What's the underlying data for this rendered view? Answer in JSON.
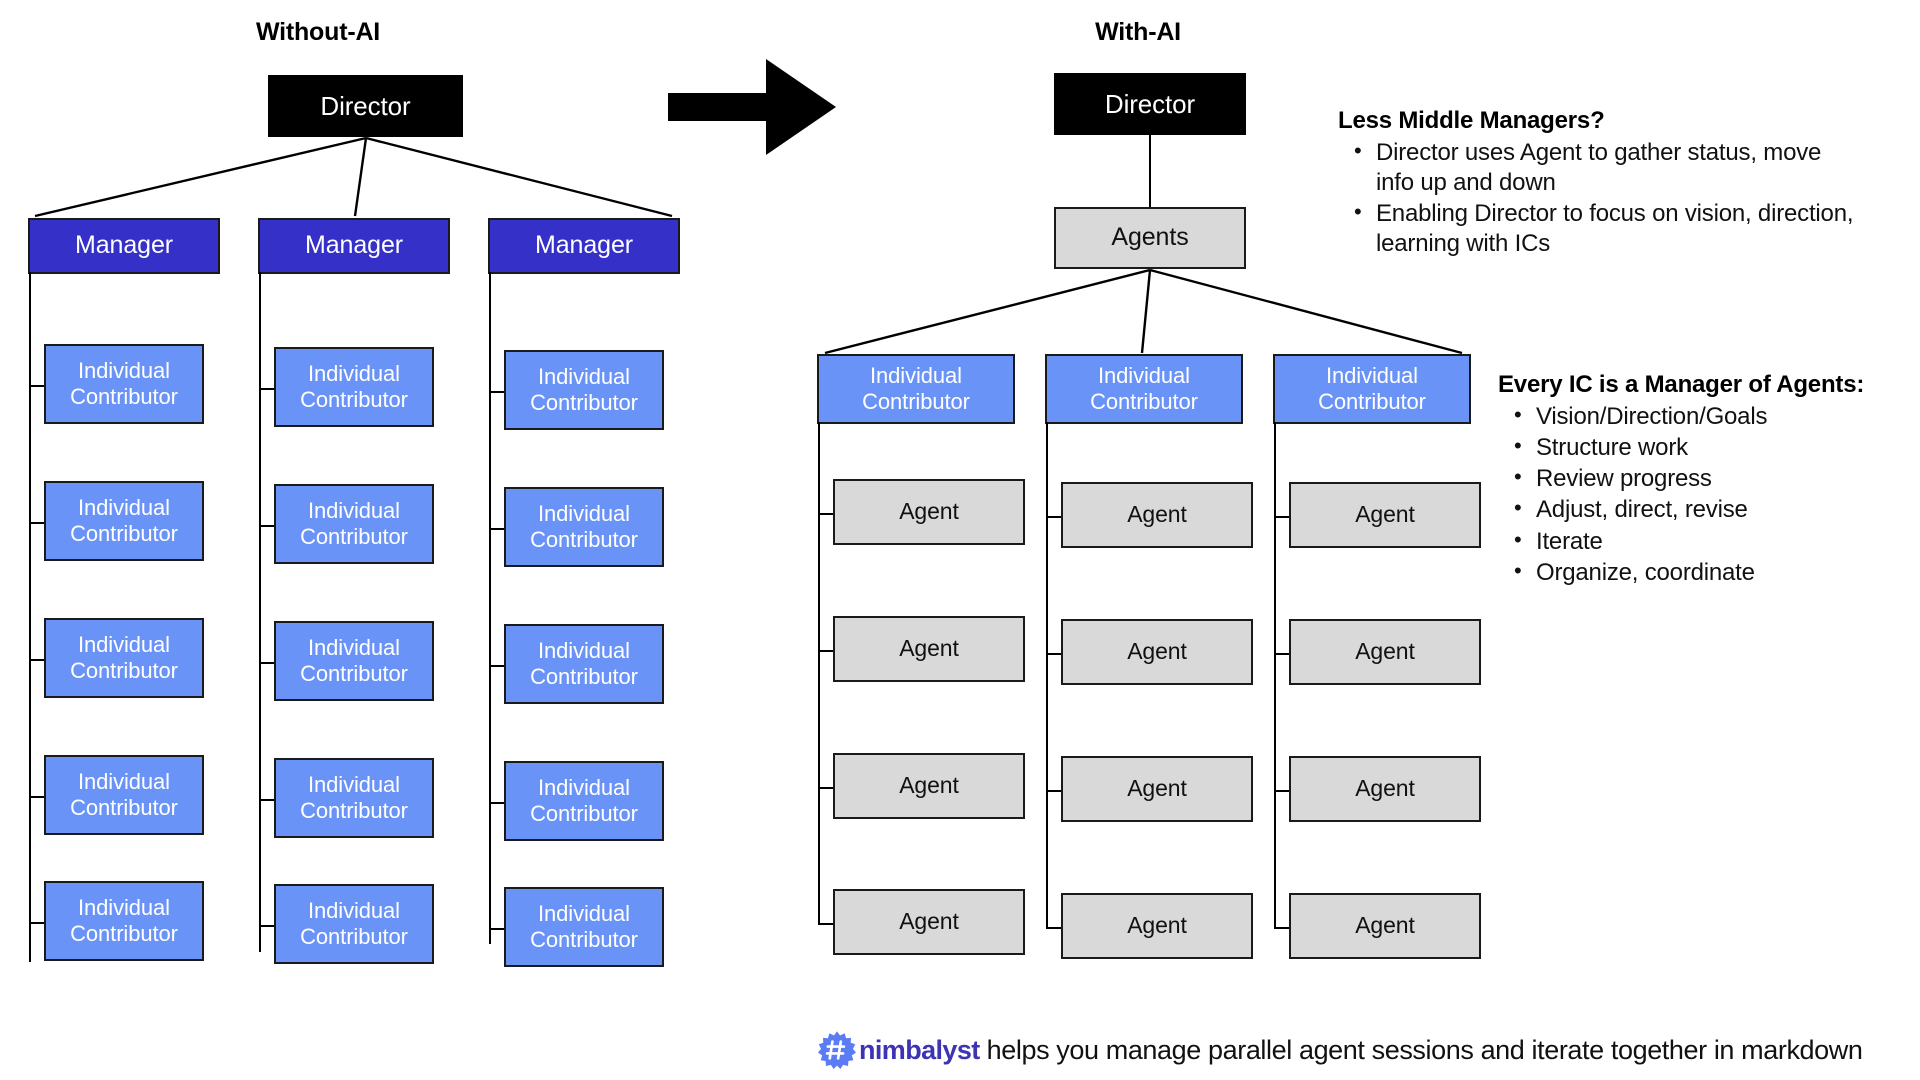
{
  "diagram": {
    "left": {
      "title": "Without-AI",
      "root": {
        "label": "Director"
      },
      "branches": [
        {
          "manager": "Manager",
          "reports": [
            "Individual Contributor",
            "Individual Contributor",
            "Individual Contributor",
            "Individual Contributor",
            "Individual Contributor"
          ]
        },
        {
          "manager": "Manager",
          "reports": [
            "Individual Contributor",
            "Individual Contributor",
            "Individual Contributor",
            "Individual Contributor",
            "Individual Contributor"
          ]
        },
        {
          "manager": "Manager",
          "reports": [
            "Individual Contributor",
            "Individual Contributor",
            "Individual Contributor",
            "Individual Contributor",
            "Individual Contributor"
          ]
        }
      ]
    },
    "transition_arrow": "right-arrow",
    "right": {
      "title": "With-AI",
      "root": {
        "label": "Director"
      },
      "hub": {
        "label": "Agents"
      },
      "branches": [
        {
          "contributor": "Individual Contributor",
          "agents": [
            "Agent",
            "Agent",
            "Agent",
            "Agent"
          ]
        },
        {
          "contributor": "Individual Contributor",
          "agents": [
            "Agent",
            "Agent",
            "Agent",
            "Agent"
          ]
        },
        {
          "contributor": "Individual Contributor",
          "agents": [
            "Agent",
            "Agent",
            "Agent",
            "Agent"
          ]
        }
      ]
    }
  },
  "panels": [
    {
      "heading": "Less Middle Managers?",
      "bullets": [
        "Director uses Agent to gather status, move info up and down",
        "Enabling Director to focus on vision, direction, learning with ICs"
      ]
    },
    {
      "heading": "Every IC is a Manager of Agents:",
      "bullets": [
        "Vision/Direction/Goals",
        "Structure work",
        "Review progress",
        "Adjust, direct, revise",
        "Iterate",
        "Organize, coordinate"
      ]
    }
  ],
  "footer": {
    "logo_icon": "nimbalyst-starburst-hash-icon",
    "brand": "nimbalyst",
    "tagline": "helps you manage parallel agent sessions  and iterate together in markdown"
  },
  "colors": {
    "director": "#000000",
    "manager": "#3430c8",
    "individual_contributor": "#6a93f7",
    "agent": "#d9d9d9",
    "brand": "#3d33b5",
    "logo": "#5b7cf5"
  }
}
